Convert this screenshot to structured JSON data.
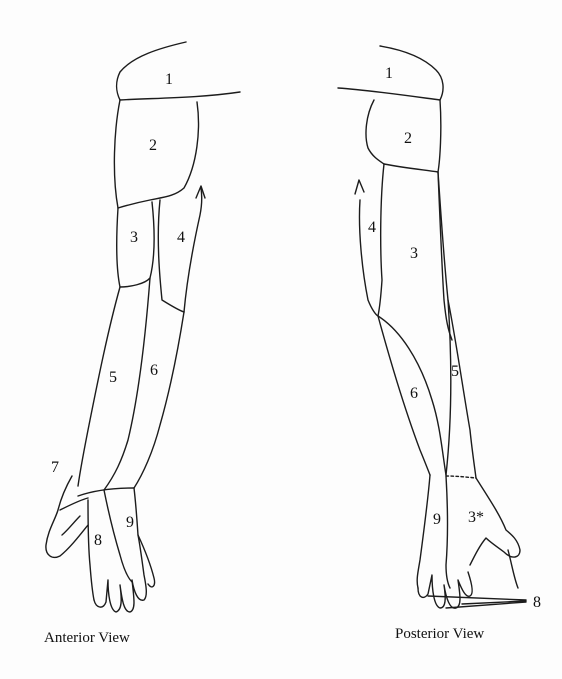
{
  "diagram": {
    "anterior": {
      "caption": "Anterior View",
      "labels": [
        "1",
        "2",
        "3",
        "4",
        "5",
        "6",
        "7",
        "8",
        "9"
      ]
    },
    "posterior": {
      "caption": "Posterior View",
      "labels": [
        "1",
        "2",
        "3",
        "4",
        "5",
        "6",
        "9",
        "3*",
        "8"
      ]
    }
  }
}
